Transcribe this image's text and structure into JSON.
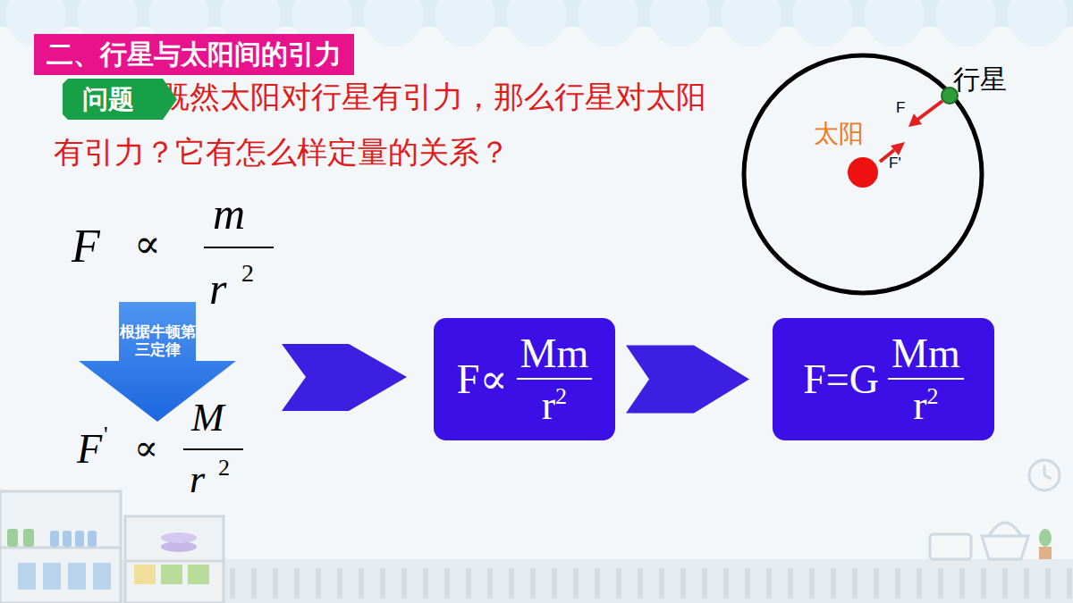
{
  "diagram": {
    "title": "二、行星与太阳间的引力",
    "nodes": [
      {
        "text": [
          "问题"
        ]
      },
      {
        "text": [
          "根据牛顿第三定律"
        ]
      },
      {
        "text": [
          "F∝",
          "Mm",
          "r",
          "2"
        ]
      },
      {
        "text": [
          "F=G",
          "Mm",
          "r",
          "2"
        ]
      }
    ],
    "edges": [
      {
        "from": 2,
        "to": 3,
        "arrow": "to"
      }
    ],
    "labels": [
      "既然太阳对行星有引力，那么行星对太阳有引力？它有怎么样定量的关系？",
      "行星",
      "F",
      "太阳",
      "F'",
      "F",
      "∝",
      "m",
      "r",
      "2",
      "F",
      "'",
      "∝",
      "M",
      "r",
      "2"
    ]
  }
}
